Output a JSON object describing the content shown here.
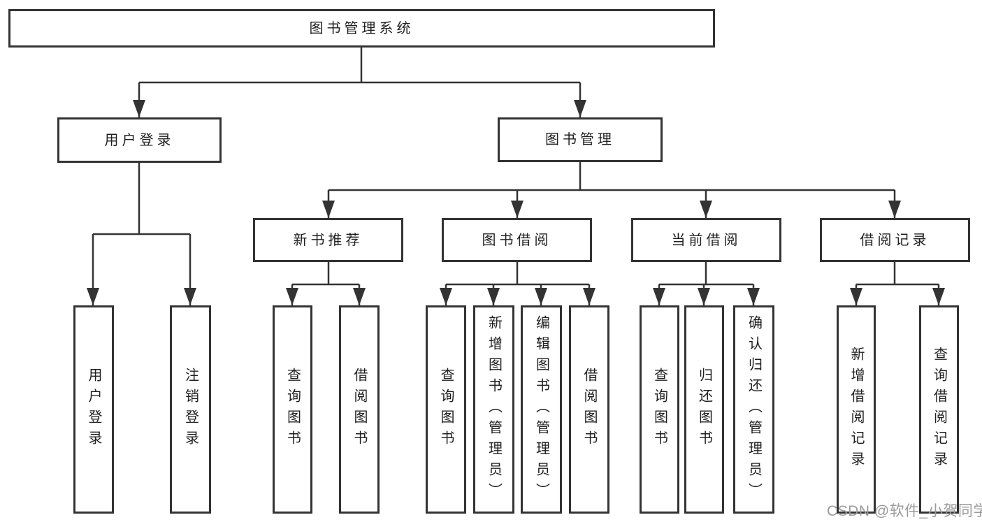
{
  "diagram_title": "图书管理系统",
  "hierarchy": {
    "root": "图书管理系统",
    "children": [
      {
        "label": "用户登录",
        "children": [
          "用户登录",
          "注销登录"
        ]
      },
      {
        "label": "图书管理",
        "children": [
          {
            "label": "新书推荐",
            "children": [
              "查询图书",
              "借阅图书"
            ]
          },
          {
            "label": "图书借阅",
            "children": [
              "查询图书",
              "新增图书（管理员）",
              "编辑图书（管理员）",
              "借阅图书"
            ]
          },
          {
            "label": "当前借阅",
            "children": [
              "查询图书",
              "归还图书",
              "确认归还（管理员）"
            ]
          },
          {
            "label": "借阅记录",
            "children": [
              "新增借阅记录",
              "查询借阅记录"
            ]
          }
        ]
      }
    ]
  },
  "watermark": {
    "text": "CSDN @软件_小贺同学"
  },
  "colors": {
    "line": "#333333",
    "text": "#1f1f1f",
    "box_fill": "#ffffff",
    "background": "#ffffff",
    "watermark": "#9b9b9b"
  }
}
